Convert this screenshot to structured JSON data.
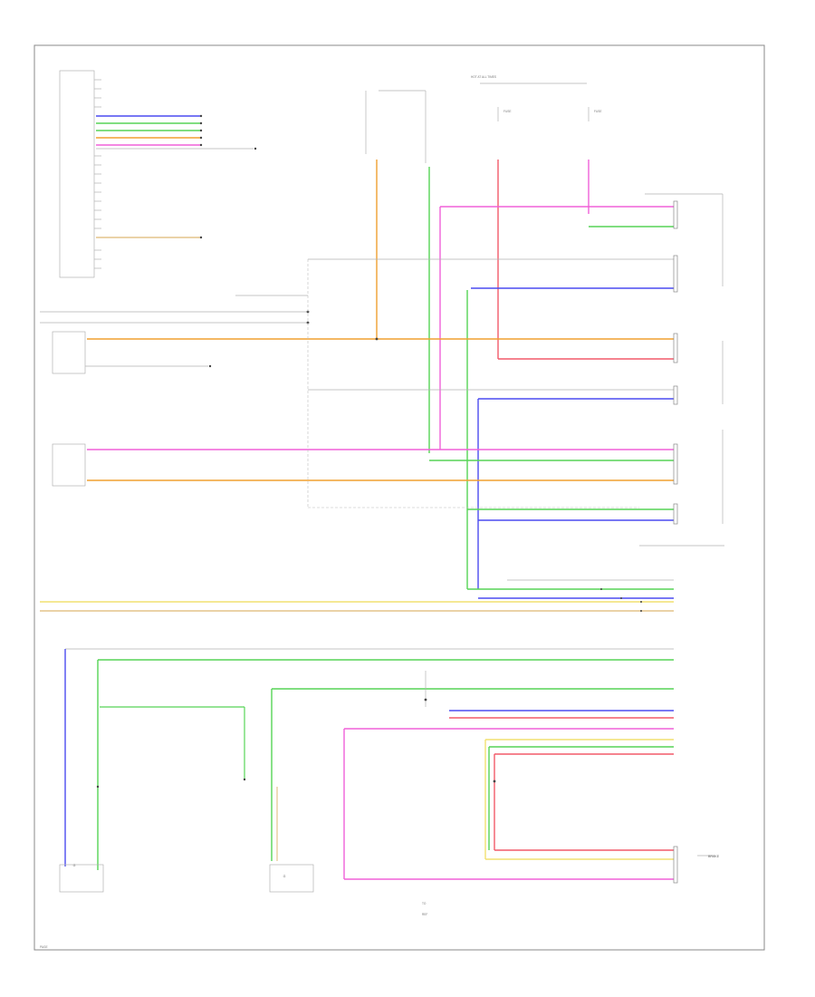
{
  "page_number": "PAGE",
  "ground_labels": [
    "G",
    "G"
  ],
  "status_labels": [
    "BRAKE",
    "HOT AT ALL TIMES",
    "FUSE",
    "FUSE"
  ],
  "notes": [
    "TO",
    "REF"
  ],
  "wire_colors": {
    "blue": "#4c4cf0",
    "green": "#56d456",
    "orange": "#f0a030",
    "tan": "#e3c48a",
    "pink": "#f060d8",
    "red": "#f25a6a",
    "yellow": "#f2e070",
    "gray": "#b3b3b3"
  }
}
